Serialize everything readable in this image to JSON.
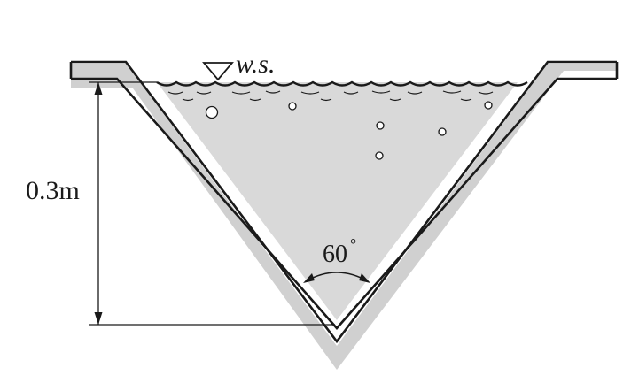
{
  "diagram": {
    "water_surface_label": "w.s.",
    "depth_label": "0.3m",
    "angle_label": "60",
    "angle_unit": "°"
  }
}
